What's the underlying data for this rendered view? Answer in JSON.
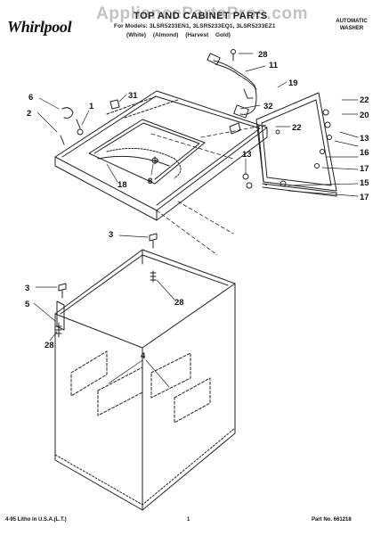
{
  "header": {
    "brand_logo": "Whirlpool",
    "title": "TOP AND CABINET PARTS",
    "models_line": "For Models: 3LSR5233EN1, 3LSR5233EQ1, 3LSR5233EZ1",
    "variant_white": "(White)",
    "variant_almond": "(Almond)",
    "variant_gold": "(Harvest Gold)",
    "product_type_line1": "AUTOMATIC",
    "product_type_line2": "WASHER",
    "watermark": "AppliancePartsPros.com"
  },
  "footer": {
    "litho": "4-95 Litho in U.S.A.(L.T.)",
    "page_number": "1",
    "part_number": "Part No. 661218"
  },
  "callouts": {
    "c1": "1",
    "c2": "2",
    "c3": "3",
    "c3b": "3",
    "c4": "4",
    "c5": "5",
    "c6": "6",
    "c8": "8",
    "c11": "11",
    "c13a": "13",
    "c13b": "13",
    "c15": "15",
    "c16": "16",
    "c17a": "17",
    "c17b": "17",
    "c18": "18",
    "c19": "19",
    "c20": "20",
    "c22a": "22",
    "c22b": "22",
    "c28a": "28",
    "c28b": "28",
    "c28c": "28",
    "c31": "31",
    "c32": "32"
  },
  "colors": {
    "line": "#222222",
    "watermark": "#8a8a8a"
  }
}
